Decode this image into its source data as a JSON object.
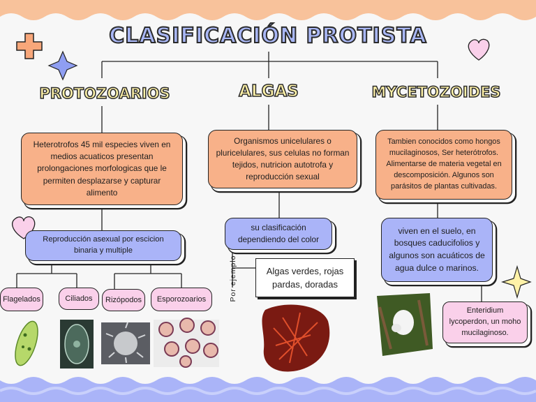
{
  "title": "CLASIFICACIÓN PROTISTA",
  "columns": {
    "protozoarios": {
      "heading": "PROTOZOARIOS",
      "description": "Heterotrofos 45 mil especies viven en medios acuaticos presentan prolongaciones morfologicas  que le permiten desplazarse y capturar alimento",
      "reproduction": "Reproducción asexual por escicion binaria y multiple",
      "types": [
        "Flagelados",
        "Ciliados",
        "Rizópodos",
        "Esporozoarios"
      ]
    },
    "algas": {
      "heading": "ALGAS",
      "description": "Organismos unicelulares o pluricelulares, sus celulas no forman tejidos, nutricion autotrofa y reproducción sexual",
      "classification": "su clasificación dependiendo del color",
      "example_label": "Por ejemplo",
      "examples": "Algas verdes, rojas pardas, doradas"
    },
    "mycetozoides": {
      "heading": "MYCETOZOIDES",
      "description": "Tambien conocidos como hongos mucilaginosos, Ser heterótrofos. Alimentarse de materia vegetal en descomposición. Algunos son parásitos de plantas cultivadas.",
      "habitat": "viven en el suelo, en bosques caducifolios y algunos son acuáticos de agua dulce o marinos.",
      "example": "Enteridium lycoperdon, un moho mucilaginoso."
    }
  },
  "colors": {
    "orange": "#f8b189",
    "blue": "#aab4f8",
    "pink": "#fad0ea",
    "yellow": "#fff2a8",
    "wave_top": "#f8c29b",
    "wave_bottom": "#aab4f8"
  },
  "decorations": [
    "plus-icon",
    "star-icon",
    "heart-icon",
    "heart-icon",
    "star-icon"
  ]
}
